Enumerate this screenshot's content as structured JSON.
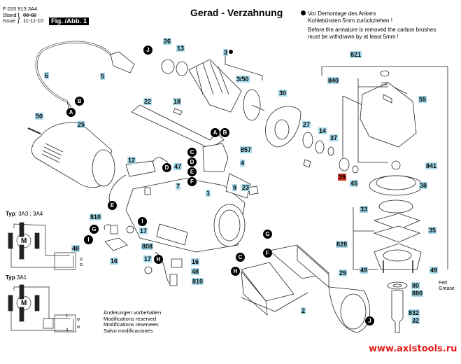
{
  "header": {
    "doc_code": "F 015 913 3A4",
    "stand_label": "Stand",
    "issue_label": "Issue",
    "stand_date": "08-02",
    "issue_date": "11-11-10",
    "fig_label": "Fig. /Abb. 1",
    "title": "Gerad - Verzahnung"
  },
  "note": {
    "de_line1": "Vor Demontage des Ankers",
    "de_line2": "Kohlebürsten 5mm zurückziehen !",
    "en_line1": "Before the armature is removed the carbon brushes",
    "en_line2": "must be withdrawn by at least 5mm !"
  },
  "wiring": {
    "typ1_label": "Typ",
    "typ1_value": ": 3A3 ; 3A4",
    "typ2_label": "Typ",
    "typ2_value": " 3A1",
    "motor_symbol": "M",
    "switch_1": "1",
    "switch_2": "2"
  },
  "modifications": [
    "Änderungen vorbehalten",
    "Modifications reserved",
    "Modifications reservees",
    "Salvo modificaciones"
  ],
  "grease": {
    "de": "Fett",
    "en": "Grease"
  },
  "website": "www.axistools.ru",
  "colors": {
    "label_bg": "#a8dcec",
    "highlight_label_bg": "#d9301e",
    "website": "#e41b1b"
  },
  "part_labels": {
    "p3": "3",
    "p3_50": "3/50",
    "p5": "5",
    "p6": "6",
    "p50": "50",
    "p25": "25",
    "p26": "26",
    "p13": "13",
    "p22": "22",
    "p18": "18",
    "p30": "30",
    "p27": "27",
    "p14": "14",
    "p37": "37",
    "p39": "39",
    "p45": "45",
    "p857": "857",
    "p4": "4",
    "p12": "12",
    "p47": "47",
    "p7": "7",
    "p1": "1",
    "p9": "9",
    "p23": "23",
    "p810a": "810",
    "p17a": "17",
    "p48a": "48",
    "p16a": "16",
    "p808": "808",
    "p17b": "17",
    "p16b": "16",
    "p48b": "48",
    "p810b": "810",
    "p2": "2",
    "p29": "29",
    "p821": "821",
    "p840": "840",
    "p55": "55",
    "p841": "841",
    "p38": "38",
    "p33": "33",
    "p35": "35",
    "p828": "828",
    "p49a": "49",
    "p49b": "49",
    "p80": "80",
    "p880": "880",
    "p832": "832",
    "p32": "32"
  },
  "connection_letters": {
    "A1": "A",
    "B1": "B",
    "A2": "A",
    "B2": "B",
    "C1": "C",
    "D1": "D",
    "E1": "E",
    "F1": "F",
    "D2": "D",
    "E2": "E",
    "G1": "G",
    "I1": "I",
    "I2": "I",
    "H1": "H",
    "G2": "G",
    "F2": "F",
    "C2": "C",
    "H2": "H",
    "J1": "J",
    "J2": "J"
  }
}
